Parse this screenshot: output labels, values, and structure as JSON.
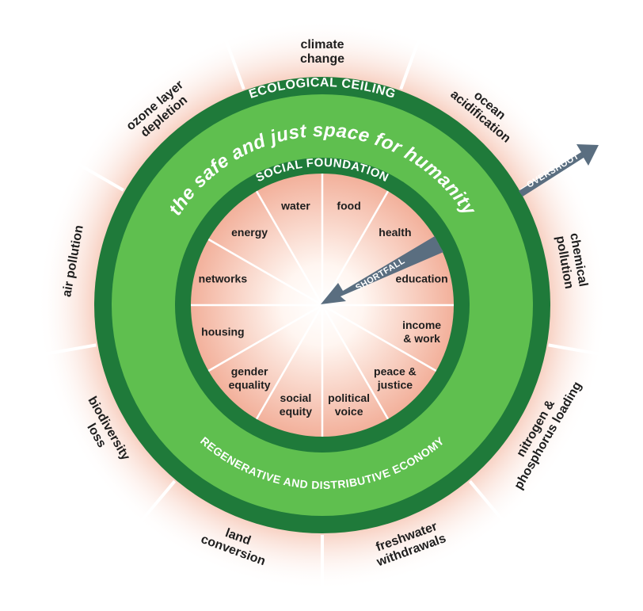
{
  "diagram": {
    "title": "the safe and just space for humanity",
    "ecological_ceiling_label": "ECOLOGICAL CEILING",
    "social_foundation_label": "SOCIAL FOUNDATION",
    "economy_label": "REGENERATIVE AND DISTRIBUTIVE ECONOMY",
    "overshoot_label": "OVERSHOOT",
    "shortfall_label": "SHORTFALL",
    "outer_segments": [
      [
        "climate",
        "change"
      ],
      [
        "ocean",
        "acidification"
      ],
      [
        "chemical",
        "pollution"
      ],
      [
        "nitrogen &",
        "phosphorus loading"
      ],
      [
        "freshwater",
        "withdrawals"
      ],
      [
        "land",
        "conversion"
      ],
      [
        "biodiversity",
        "loss"
      ],
      [
        "air pollution"
      ],
      [
        "ozone layer",
        "depletion"
      ]
    ],
    "inner_segments": [
      [
        "food"
      ],
      [
        "health"
      ],
      [
        "education"
      ],
      [
        "income",
        "& work"
      ],
      [
        "peace &",
        "justice"
      ],
      [
        "political",
        "voice"
      ],
      [
        "social",
        "equity"
      ],
      [
        "gender",
        "equality"
      ],
      [
        "housing"
      ],
      [
        "networks"
      ],
      [
        "energy"
      ],
      [
        "water"
      ]
    ],
    "colors": {
      "dark_green": "#1f7a3a",
      "light_green": "#5fbf4f",
      "arrow": "#5a6e80",
      "outer_pink": "#f6c2b1",
      "inner_pink": "#f5bca9"
    }
  }
}
